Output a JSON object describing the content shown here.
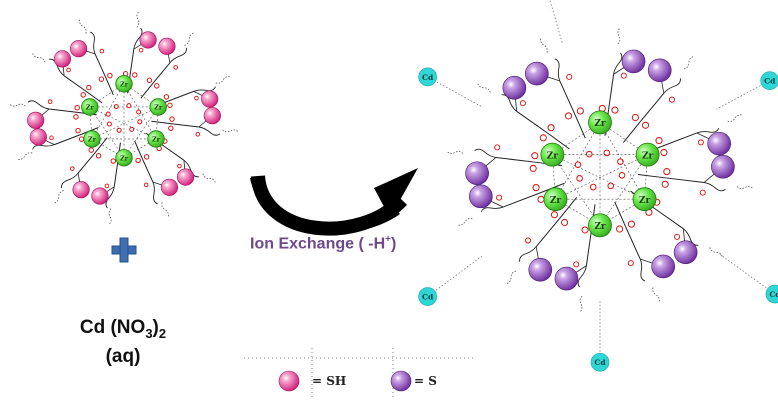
{
  "reagent": {
    "formula_main": "Cd (NO",
    "formula_sub": "3",
    "formula_close": ")",
    "formula_sub2": "2",
    "state": "(aq)"
  },
  "arrow": {
    "label_main": "Ion Exchange ( -H",
    "label_sup": "+",
    "label_close": ")"
  },
  "cluster": {
    "metal_label": "Zr",
    "cd_label": "Cd"
  },
  "legend": {
    "sh_label": "= SH",
    "s_label": "= S"
  },
  "colors": {
    "zr": "#4fdc2f",
    "sh_sphere": "#ec2d8c",
    "s_sphere": "#8c3fc0",
    "cd": "#2fd6d6",
    "oxygen": "#e01010",
    "arrow": "#000000",
    "plus": "#3f6fb0",
    "label": "#6f4a8b"
  },
  "icons": [
    "plus-icon",
    "curved-arrow-icon",
    "sh-sphere-icon",
    "s-sphere-icon"
  ]
}
